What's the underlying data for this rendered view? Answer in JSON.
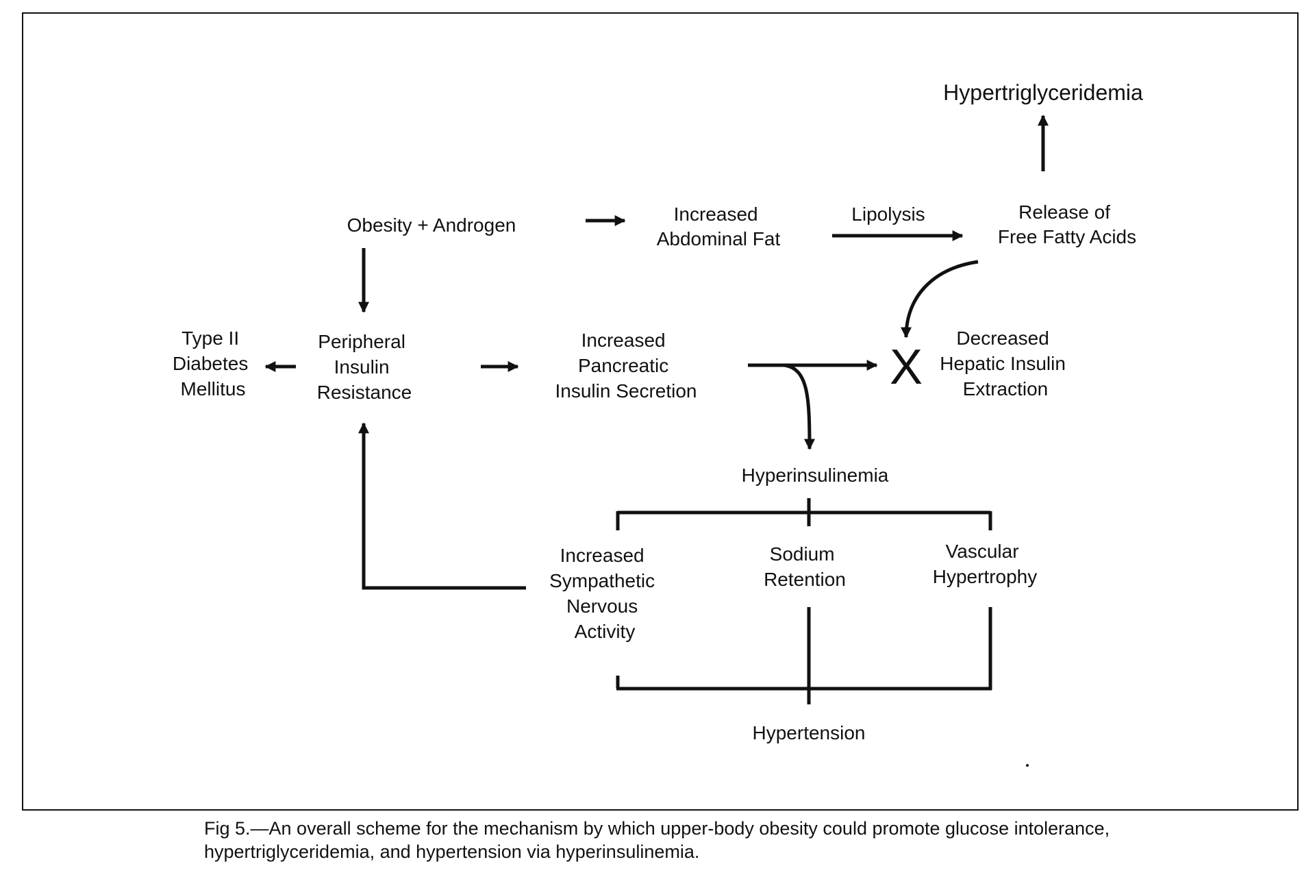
{
  "nodes": {
    "hypertriglyceridemia": "Hypertriglyceridemia",
    "obesity_androgen": "Obesity + Androgen",
    "abdominal_fat": [
      "Increased",
      "Abdominal Fat"
    ],
    "lipolysis": "Lipolysis",
    "free_fatty_acids": [
      "Release of",
      "Free Fatty Acids"
    ],
    "type2_diabetes": [
      "Type II",
      "Diabetes",
      "Mellitus"
    ],
    "insulin_resistance": [
      "Peripheral",
      "Insulin",
      "Resistance"
    ],
    "pancreatic_secretion": [
      "Increased",
      "Pancreatic",
      "Insulin Secretion"
    ],
    "block_mark": "X",
    "hepatic_extraction": [
      "Decreased",
      "Hepatic Insulin",
      "Extraction"
    ],
    "hyperinsulinemia": "Hyperinsulinemia",
    "sympathetic_activity": [
      "Increased",
      "Sympathetic",
      "Nervous",
      "Activity"
    ],
    "sodium_retention": [
      "Sodium",
      "Retention"
    ],
    "vascular_hypertrophy": [
      "Vascular",
      "Hypertrophy"
    ],
    "hypertension": "Hypertension"
  },
  "caption": "Fig 5.—An overall scheme for the mechanism by which upper-body obesity could promote glucose intolerance, hypertriglyceridemia, and hypertension via hyperinsulinemia.",
  "colors": {
    "ink": "#111111",
    "background": "#ffffff"
  }
}
